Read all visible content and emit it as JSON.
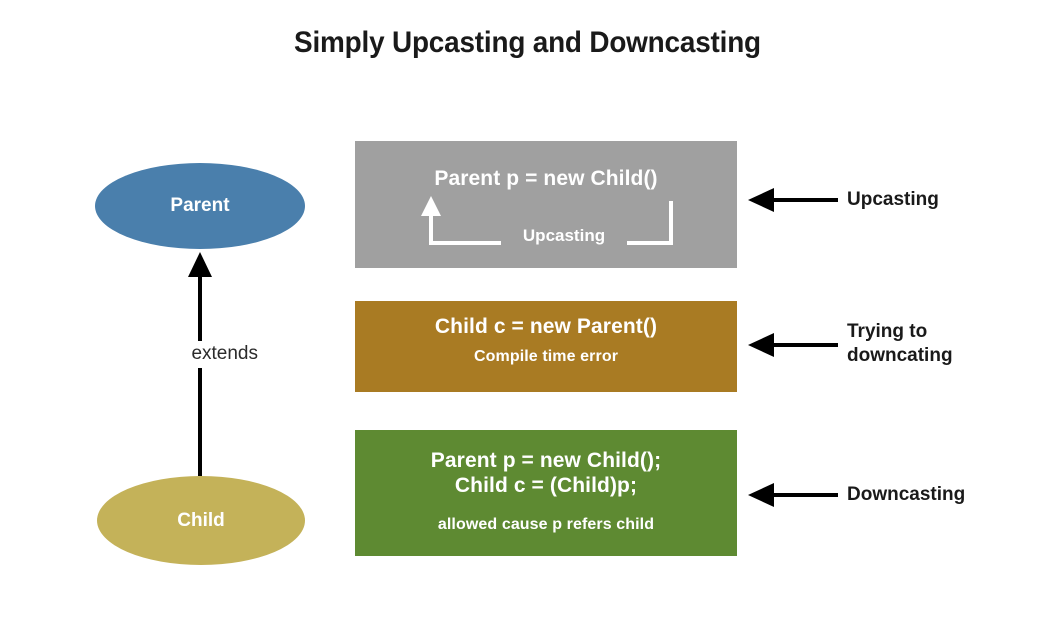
{
  "title": "Simply Upcasting and Downcasting",
  "hierarchy": {
    "parent_node": "Parent",
    "child_node": "Child",
    "relation_label": "extends"
  },
  "boxes": [
    {
      "id": "upcasting",
      "color": "#a0a0a0",
      "code": "Parent p = new Child()",
      "annotation": "Upcasting"
    },
    {
      "id": "failed-downcast",
      "color": "#a97b23",
      "code": "Child c = new Parent()",
      "note": "Compile time error"
    },
    {
      "id": "downcasting",
      "color": "#5e8a32",
      "code_line1": "Parent p = new Child();",
      "code_line2": "Child c = (Child)p;",
      "note": "allowed cause p refers child"
    }
  ],
  "callouts": [
    {
      "id": "upcasting",
      "label": "Upcasting"
    },
    {
      "id": "trying-to-downcating",
      "label": "Trying to\ndowncating"
    },
    {
      "id": "downcasting",
      "label": "Downcasting"
    }
  ],
  "colors": {
    "parent_fill": "#4a7fac",
    "child_fill": "#c4b259",
    "gray_box": "#a0a0a0",
    "brown_box": "#a97b23",
    "green_box": "#5e8a32",
    "arrow": "#000000",
    "background": "#ffffff"
  }
}
